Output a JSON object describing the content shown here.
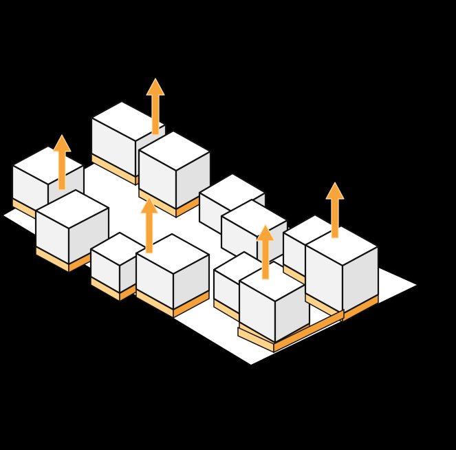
{
  "colors": {
    "background": "#000000",
    "ground": "#ffffff",
    "top": "#ffffff",
    "left_face": "#f2f2f2",
    "right_face": "#e2e2e2",
    "edge": "#111111",
    "plinth_left": "#ffd38a",
    "plinth_right": "#f4a13a",
    "arrow_fill": "#f7a43a",
    "arrow_edge": "#ffe2b0"
  },
  "legend": {
    "ground": "ground-plane",
    "house": "house-block",
    "plinth": "elevated-plinth",
    "arrow": "raise-arrow-icon"
  },
  "houses": [
    {
      "name": "house-top-left",
      "plinth": true
    },
    {
      "name": "house-top-center",
      "plinth": true
    },
    {
      "name": "house-center-right",
      "plinth": false
    },
    {
      "name": "house-lower-left",
      "plinth": true
    },
    {
      "name": "house-lower-center",
      "plinth": true
    },
    {
      "name": "house-right",
      "plinth": true
    },
    {
      "name": "house-bottom-center",
      "plinth": true
    }
  ],
  "arrows": [
    {
      "name": "raise-arrow-icon-top-left"
    },
    {
      "name": "raise-arrow-icon-top-center"
    },
    {
      "name": "raise-arrow-icon-center"
    },
    {
      "name": "raise-arrow-icon-lower-right"
    },
    {
      "name": "raise-arrow-icon-right"
    }
  ]
}
